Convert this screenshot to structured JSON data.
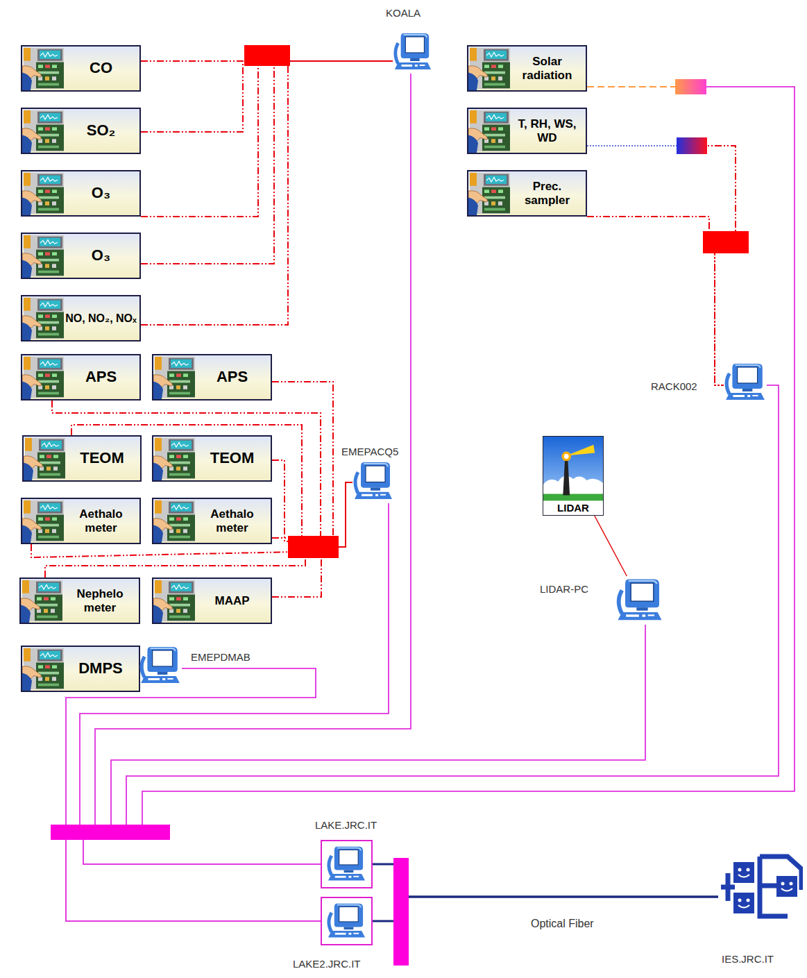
{
  "diagram": {
    "nodes": [
      {
        "text": [
          "CO"
        ]
      },
      {
        "text": [
          "SO₂"
        ]
      },
      {
        "text": [
          "O₃"
        ]
      },
      {
        "text": [
          "O₃"
        ]
      },
      {
        "text": [
          "NO, NO₂, NOₓ"
        ]
      },
      {
        "text": [
          "APS"
        ]
      },
      {
        "text": [
          "APS"
        ]
      },
      {
        "text": [
          "TEOM"
        ]
      },
      {
        "text": [
          "TEOM"
        ]
      },
      {
        "text": [
          "Aethalo meter"
        ]
      },
      {
        "text": [
          "Aethalo meter"
        ]
      },
      {
        "text": [
          "Nephelo meter"
        ]
      },
      {
        "text": [
          "MAAP"
        ]
      },
      {
        "text": [
          "DMPS"
        ]
      },
      {
        "text": [
          "KOALA"
        ]
      },
      {
        "text": [
          "Solar radiation"
        ]
      },
      {
        "text": [
          "T, RH, WS, WD"
        ]
      },
      {
        "text": [
          "Prec. sampler"
        ]
      },
      {
        "text": [
          "RACK002"
        ]
      },
      {
        "text": [
          "EMEPACQ5"
        ]
      },
      {
        "text": [
          "LIDAR"
        ]
      },
      {
        "text": [
          "LIDAR-PC"
        ]
      },
      {
        "text": [
          "EMEPDMAB"
        ]
      },
      {
        "text": [
          "LAKE.JRC.IT"
        ]
      },
      {
        "text": [
          "LAKE2.JRC.IT"
        ]
      },
      {
        "text": [
          "IES.JRC.IT"
        ]
      }
    ],
    "edges": [
      {
        "from": 0,
        "to": 14,
        "arrow": "none"
      },
      {
        "from": 1,
        "to": 14,
        "arrow": "none"
      },
      {
        "from": 2,
        "to": 14,
        "arrow": "none"
      },
      {
        "from": 3,
        "to": 14,
        "arrow": "none"
      },
      {
        "from": 4,
        "to": 14,
        "arrow": "none"
      },
      {
        "from": 5,
        "to": 19,
        "arrow": "none"
      },
      {
        "from": 6,
        "to": 19,
        "arrow": "none"
      },
      {
        "from": 7,
        "to": 19,
        "arrow": "none"
      },
      {
        "from": 8,
        "to": 19,
        "arrow": "none"
      },
      {
        "from": 9,
        "to": 19,
        "arrow": "none"
      },
      {
        "from": 10,
        "to": 19,
        "arrow": "none"
      },
      {
        "from": 11,
        "to": 19,
        "arrow": "none"
      },
      {
        "from": 12,
        "to": 19,
        "arrow": "none"
      },
      {
        "from": 16,
        "to": 18,
        "arrow": "none"
      },
      {
        "from": 17,
        "to": 18,
        "arrow": "none"
      },
      {
        "from": 20,
        "to": 21,
        "arrow": "none"
      },
      {
        "from": 22,
        "to": 23,
        "arrow": "none"
      },
      {
        "from": 22,
        "to": 24,
        "arrow": "none"
      },
      {
        "from": 19,
        "to": 23,
        "arrow": "none"
      },
      {
        "from": 19,
        "to": 24,
        "arrow": "none"
      },
      {
        "from": 14,
        "to": 23,
        "arrow": "none"
      },
      {
        "from": 14,
        "to": 24,
        "arrow": "none"
      },
      {
        "from": 21,
        "to": 23,
        "arrow": "none"
      },
      {
        "from": 21,
        "to": 24,
        "arrow": "none"
      },
      {
        "from": 18,
        "to": 23,
        "arrow": "none"
      },
      {
        "from": 18,
        "to": 24,
        "arrow": "none"
      },
      {
        "from": 15,
        "to": 23,
        "arrow": "none"
      },
      {
        "from": 15,
        "to": 24,
        "arrow": "none"
      },
      {
        "from": 23,
        "to": 25,
        "label": "Optical Fiber",
        "arrow": "none"
      },
      {
        "from": 24,
        "to": 25,
        "arrow": "none"
      }
    ]
  }
}
